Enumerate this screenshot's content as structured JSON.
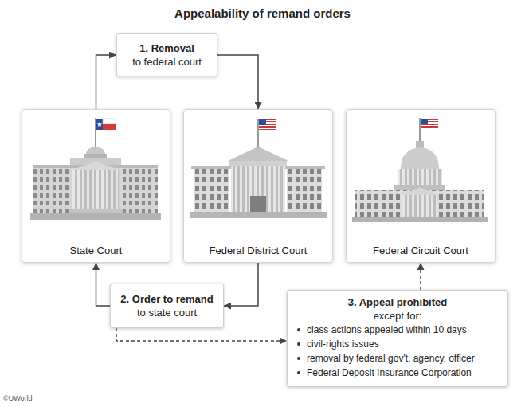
{
  "diagram": {
    "title": "Appealability of remand orders",
    "nodes": [
      {
        "text": [
          "1. Removal",
          "to federal court"
        ]
      },
      {
        "text": [
          "State Court"
        ]
      },
      {
        "text": [
          "Federal District Court"
        ]
      },
      {
        "text": [
          "Federal Circuit Court"
        ]
      },
      {
        "text": [
          "2. Order to remand",
          "to state court"
        ]
      },
      {
        "text": [
          "3. Appeal prohibited",
          "except for:",
          "class actions appealed within 10 days",
          "civil-rights issues",
          "removal by federal gov't, agency, officer",
          "Federal Deposit Insurance Corporation"
        ]
      }
    ],
    "edges": [
      {
        "from": 1,
        "to": 0,
        "arrow": "to"
      },
      {
        "from": 0,
        "to": 2,
        "arrow": "to"
      },
      {
        "from": 2,
        "to": 4,
        "arrow": "to"
      },
      {
        "from": 4,
        "to": 1,
        "arrow": "to"
      },
      {
        "from": 4,
        "to": 5,
        "arrow": "to"
      },
      {
        "from": 5,
        "to": 3,
        "arrow": "to"
      }
    ],
    "labels": [
      "©UWorld"
    ]
  }
}
